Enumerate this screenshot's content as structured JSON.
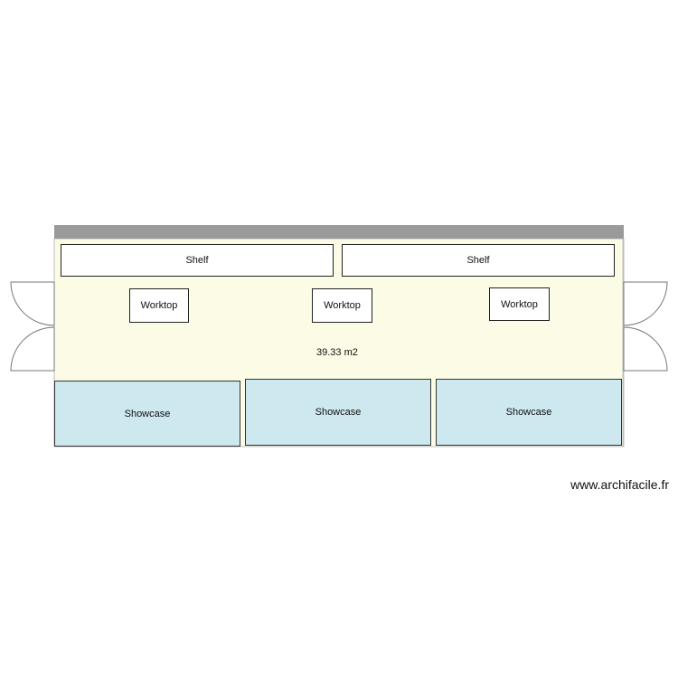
{
  "room": {
    "floor_color": "#fbfbe6",
    "wall_color": "#9a9a9a",
    "area_label": "39.33 m2"
  },
  "shelves": [
    {
      "label": "Shelf"
    },
    {
      "label": "Shelf"
    }
  ],
  "worktops": [
    {
      "label": "Worktop"
    },
    {
      "label": "Worktop"
    },
    {
      "label": "Worktop"
    }
  ],
  "showcases": [
    {
      "label": "Showcase"
    },
    {
      "label": "Showcase"
    },
    {
      "label": "Showcase"
    }
  ],
  "showcase_color": "#cde8ef",
  "watermark": "www.archifacile.fr"
}
